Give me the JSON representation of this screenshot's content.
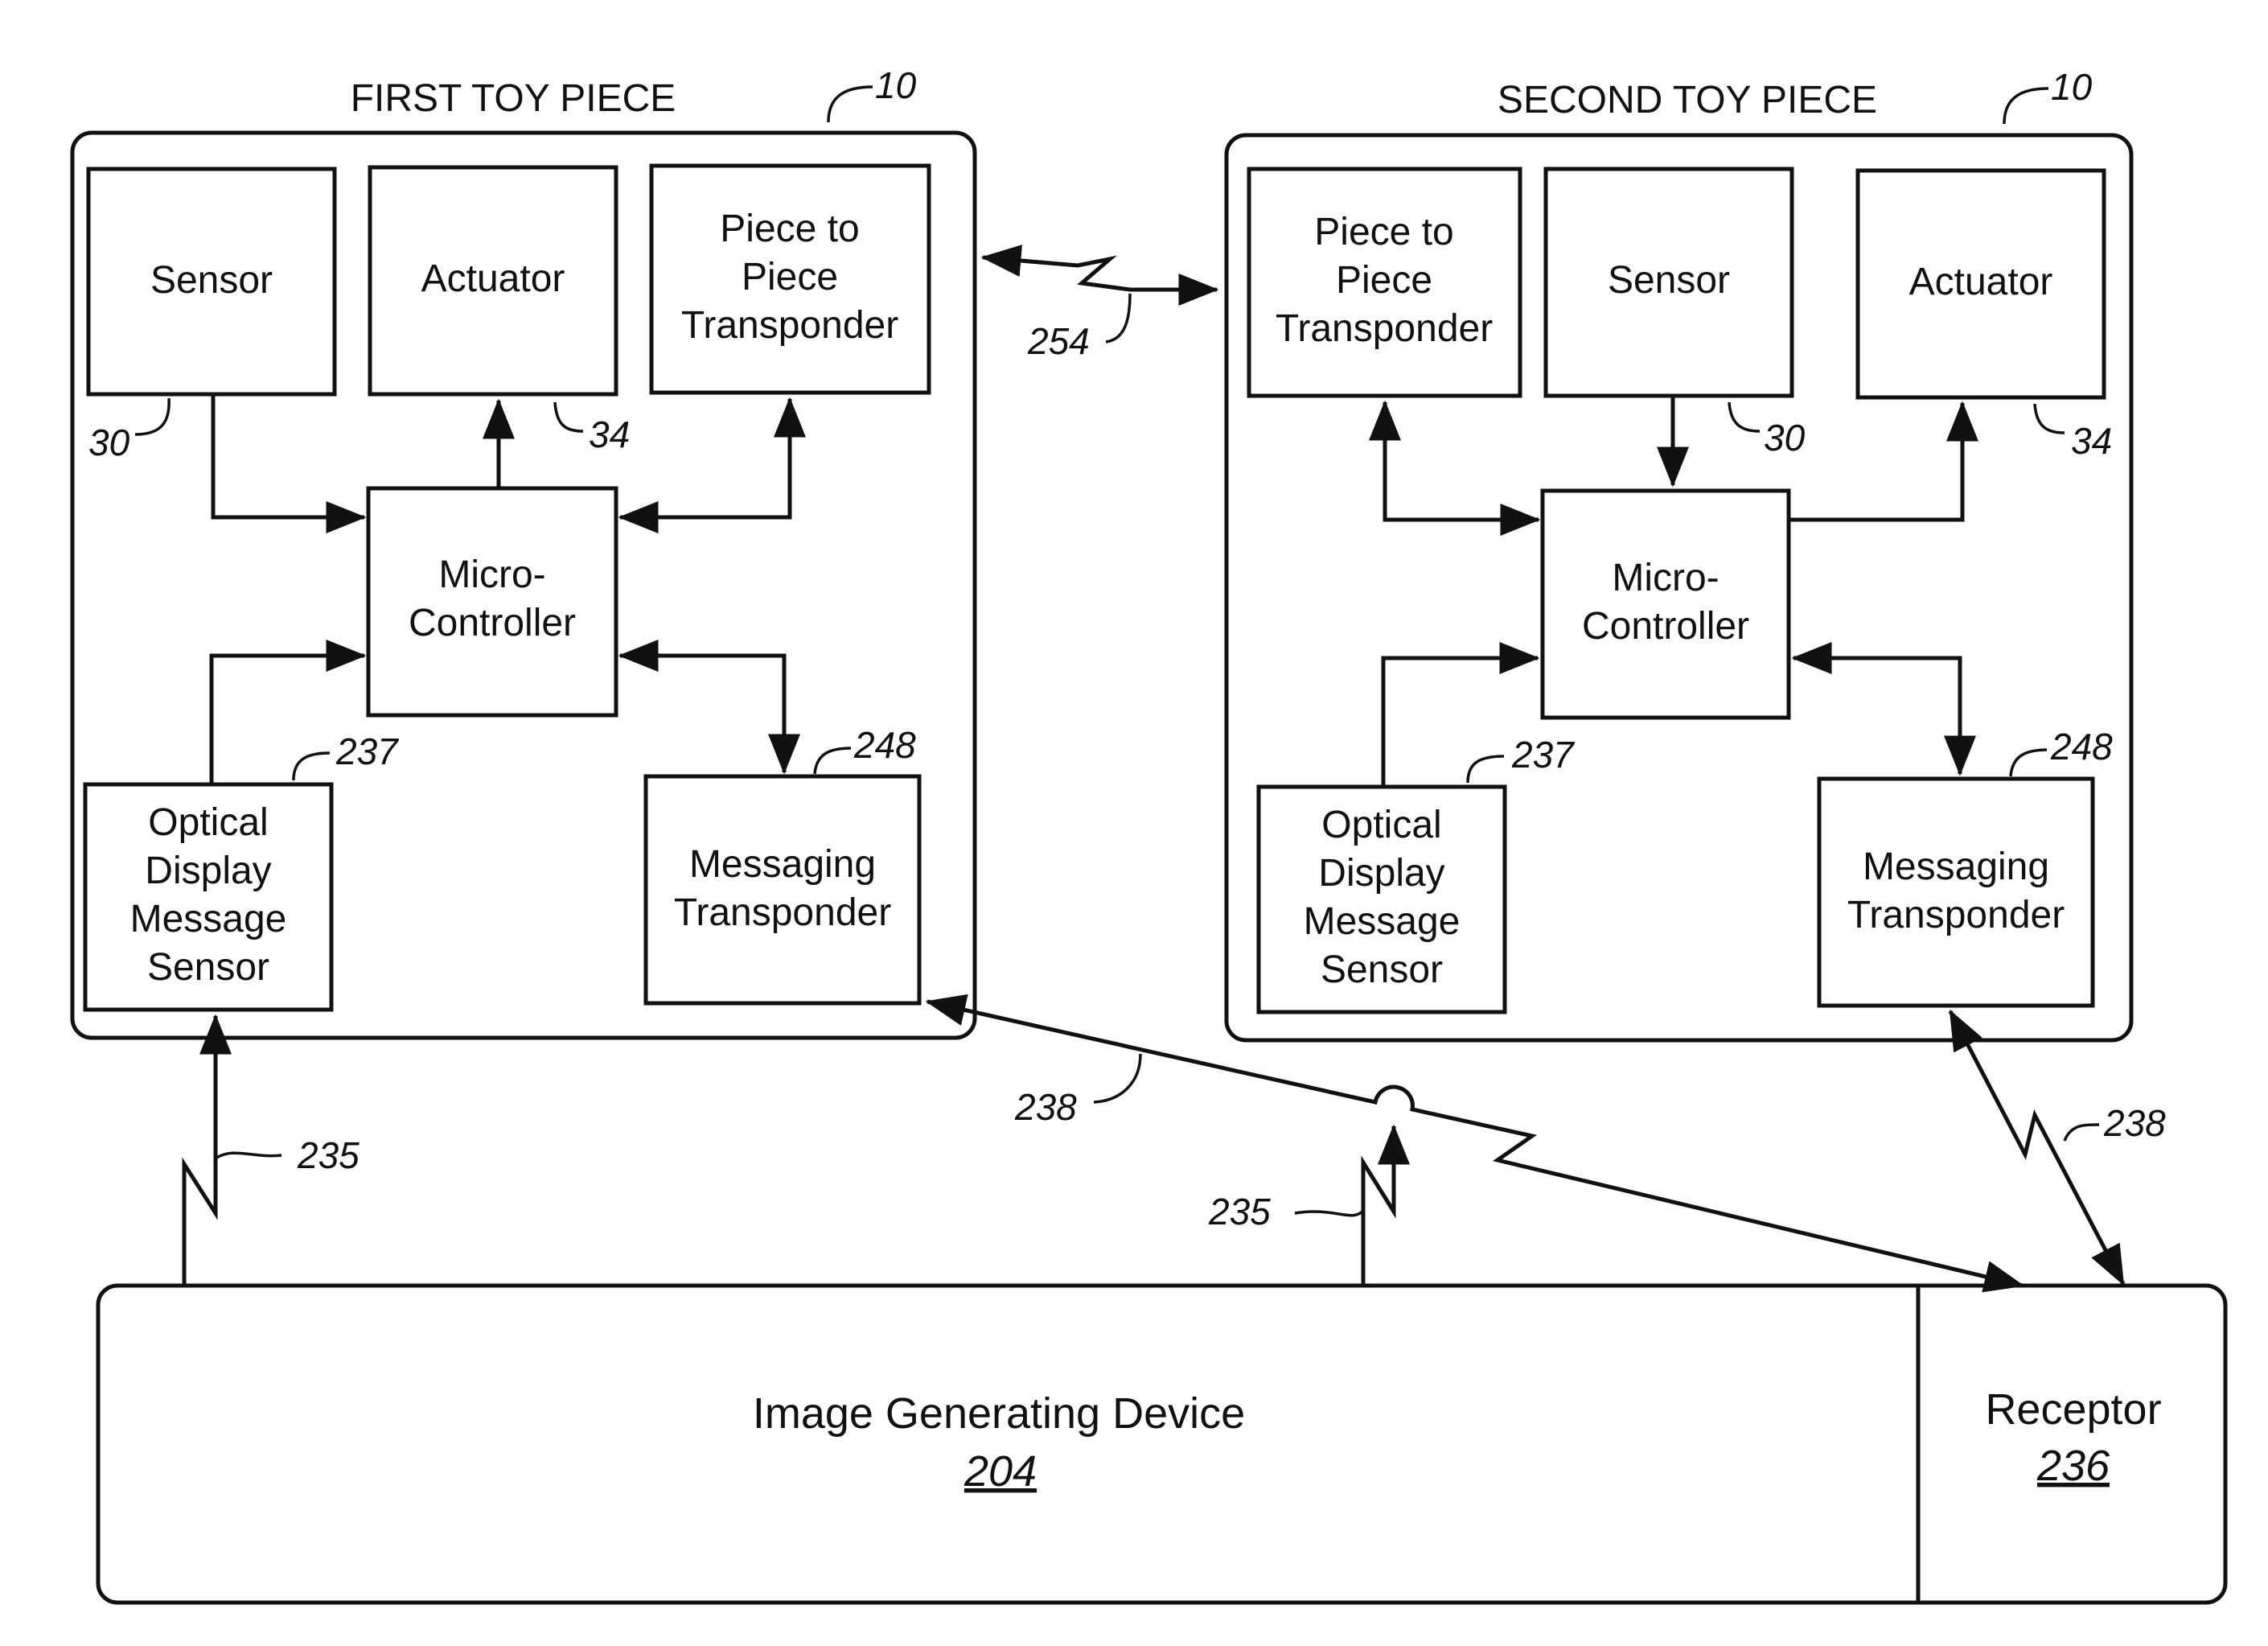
{
  "first_piece": {
    "title": "FIRST TOY PIECE",
    "ref": "10",
    "sensor": {
      "label": "Sensor",
      "ref": "30"
    },
    "actuator": {
      "label": "Actuator",
      "ref": "34"
    },
    "p2p": {
      "lines": [
        "Piece to",
        "Piece",
        "Transponder"
      ]
    },
    "mcu": {
      "lines": [
        "Micro-",
        "Controller"
      ]
    },
    "optical": {
      "lines": [
        "Optical",
        "Display",
        "Message",
        "Sensor"
      ],
      "ref": "237"
    },
    "messaging": {
      "lines": [
        "Messaging",
        "Transponder"
      ],
      "ref": "248"
    }
  },
  "second_piece": {
    "title": "SECOND TOY PIECE",
    "ref": "10",
    "sensor": {
      "label": "Sensor",
      "ref": "30"
    },
    "actuator": {
      "label": "Actuator",
      "ref": "34"
    },
    "p2p": {
      "lines": [
        "Piece to",
        "Piece",
        "Transponder"
      ]
    },
    "mcu": {
      "lines": [
        "Micro-",
        "Controller"
      ]
    },
    "optical": {
      "lines": [
        "Optical",
        "Display",
        "Message",
        "Sensor"
      ],
      "ref": "237"
    },
    "messaging": {
      "lines": [
        "Messaging",
        "Transponder"
      ],
      "ref": "248"
    }
  },
  "links": {
    "piece_to_piece_ref": "254",
    "optical_link_ref_left": "235",
    "optical_link_ref_right": "235",
    "messaging_link_ref_left": "238",
    "messaging_link_ref_right": "238"
  },
  "device": {
    "label": "Image Generating Device",
    "ref": "204",
    "receptor_label": "Receptor",
    "receptor_ref": "236"
  }
}
